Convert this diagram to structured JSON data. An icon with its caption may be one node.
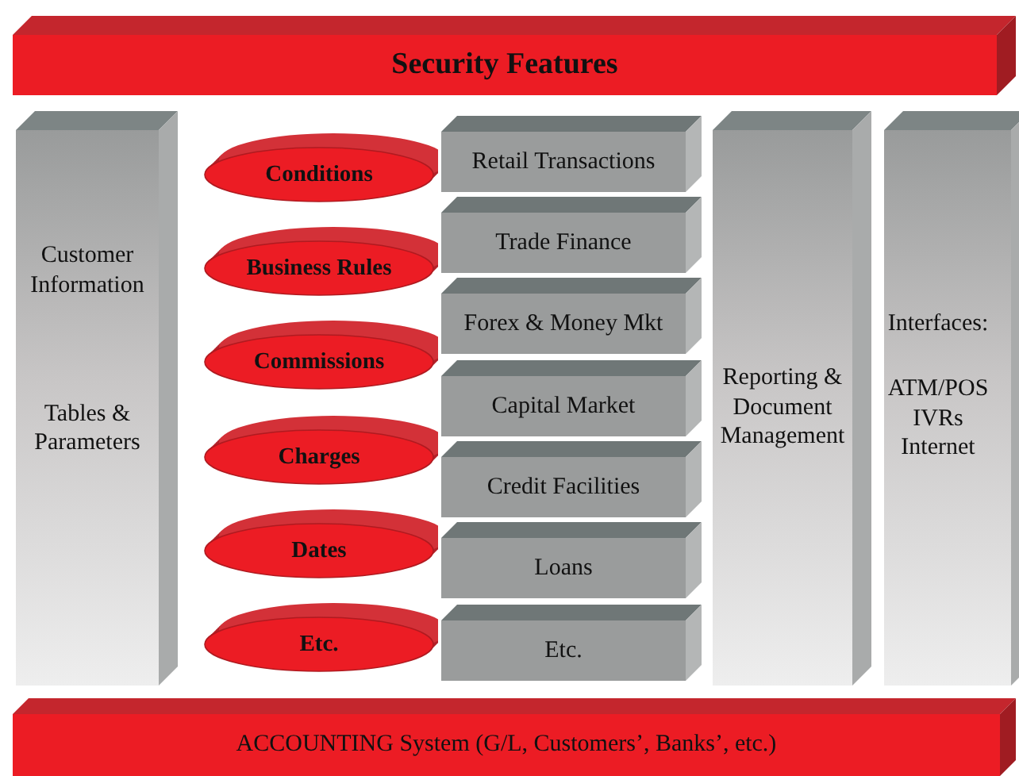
{
  "diagram": {
    "nodes": [
      {
        "text": [
          "Security Features"
        ]
      },
      {
        "text": [
          "Customer Information",
          "Tables & Parameters"
        ]
      },
      {
        "text": [
          "Conditions"
        ]
      },
      {
        "text": [
          "Business Rules"
        ]
      },
      {
        "text": [
          "Commissions"
        ]
      },
      {
        "text": [
          "Charges"
        ]
      },
      {
        "text": [
          "Dates"
        ]
      },
      {
        "text": [
          "Etc."
        ]
      },
      {
        "text": [
          "Retail Transactions"
        ]
      },
      {
        "text": [
          "Trade Finance"
        ]
      },
      {
        "text": [
          "Forex & Money Mkt"
        ]
      },
      {
        "text": [
          "Capital Market"
        ]
      },
      {
        "text": [
          "Credit Facilities"
        ]
      },
      {
        "text": [
          "Loans"
        ]
      },
      {
        "text": [
          "Etc."
        ]
      },
      {
        "text": [
          "Reporting & Document Management"
        ]
      },
      {
        "text": [
          "Interfaces:",
          "ATM/POS IVRs Internet"
        ]
      },
      {
        "text": [
          "ACCOUNTING System (G/L, Customers’, Banks’, etc.)"
        ]
      }
    ]
  }
}
